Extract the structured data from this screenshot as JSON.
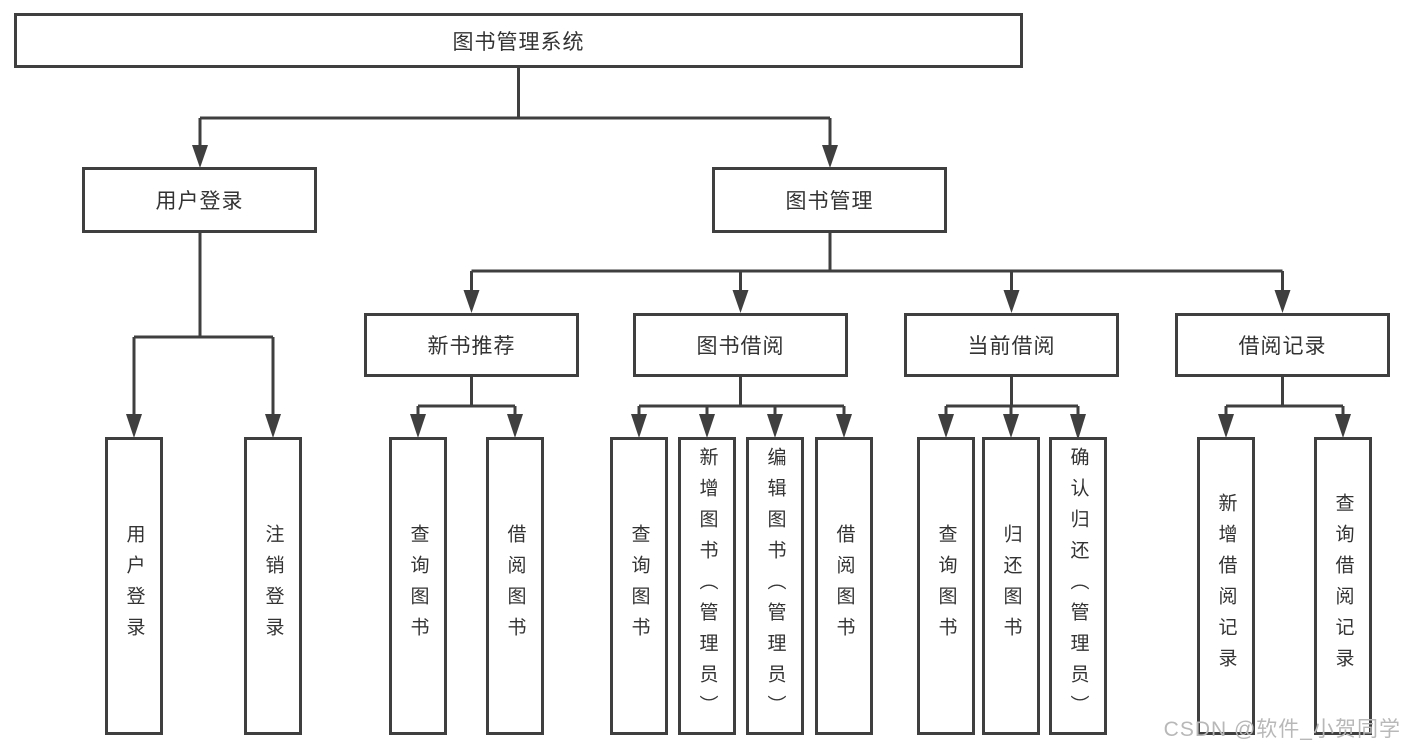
{
  "root": {
    "label": "图书管理系统"
  },
  "branches": [
    {
      "label": "用户登录",
      "children": [
        {
          "label": "用户登录"
        },
        {
          "label": "注销登录"
        }
      ]
    },
    {
      "label": "图书管理",
      "sections": [
        {
          "label": "新书推荐",
          "children": [
            {
              "label": "查询图书"
            },
            {
              "label": "借阅图书"
            }
          ]
        },
        {
          "label": "图书借阅",
          "children": [
            {
              "label": "查询图书"
            },
            {
              "label": "新增图书（管理员）"
            },
            {
              "label": "编辑图书（管理员）"
            },
            {
              "label": "借阅图书"
            }
          ]
        },
        {
          "label": "当前借阅",
          "children": [
            {
              "label": "查询图书"
            },
            {
              "label": "归还图书"
            },
            {
              "label": "确认归还（管理员）"
            }
          ]
        },
        {
          "label": "借阅记录",
          "children": [
            {
              "label": "新增借阅记录"
            },
            {
              "label": "查询借阅记录"
            }
          ]
        }
      ]
    }
  ],
  "watermark": {
    "text": "CSDN @软件_小贺同学",
    "color": "#b8b8b8"
  },
  "colors": {
    "line": "#3f3f3f",
    "text": "#333333",
    "background": "#ffffff"
  }
}
